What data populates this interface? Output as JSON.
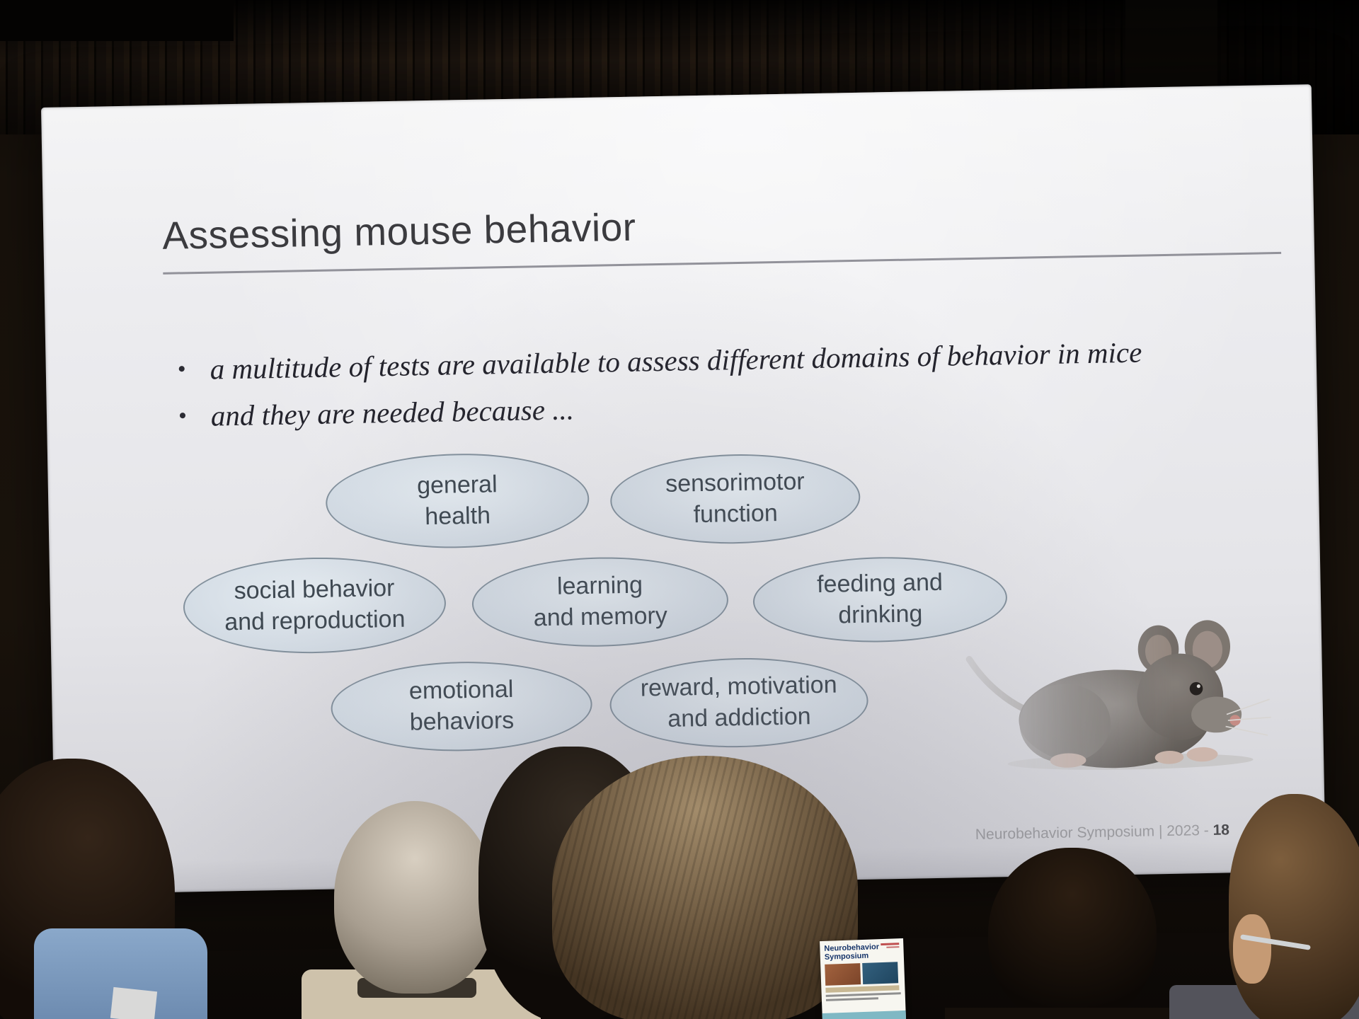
{
  "slide": {
    "title": "Assessing mouse behavior",
    "bullet_char": "•",
    "bullets": [
      "a multitude of tests are available to assess different domains of behavior in mice",
      "and they are needed because ..."
    ],
    "ovals": [
      {
        "id": "general-health",
        "label": "general\nhealth"
      },
      {
        "id": "sensorimotor-function",
        "label": "sensorimotor\nfunction"
      },
      {
        "id": "social-behavior-reproduction",
        "label": "social behavior\nand reproduction"
      },
      {
        "id": "learning-memory",
        "label": "learning\nand memory"
      },
      {
        "id": "feeding-drinking",
        "label": "feeding and\ndrinking"
      },
      {
        "id": "emotional-behaviors",
        "label": "emotional\nbehaviors"
      },
      {
        "id": "reward-motivation-addiction",
        "label": "reward, motivation\nand addiction"
      }
    ],
    "footer": {
      "text": "Neurobehavior Symposium | 2023 - ",
      "page": "18"
    }
  },
  "flyer": {
    "title": "Neurobehavior\nSymposium"
  },
  "colors": {
    "slide_background": "#ececef",
    "oval_fill": "#d8e0e8",
    "oval_border": "#83919d",
    "title_color": "#3b3b3f",
    "pointer_dot": "#bd4f49"
  }
}
